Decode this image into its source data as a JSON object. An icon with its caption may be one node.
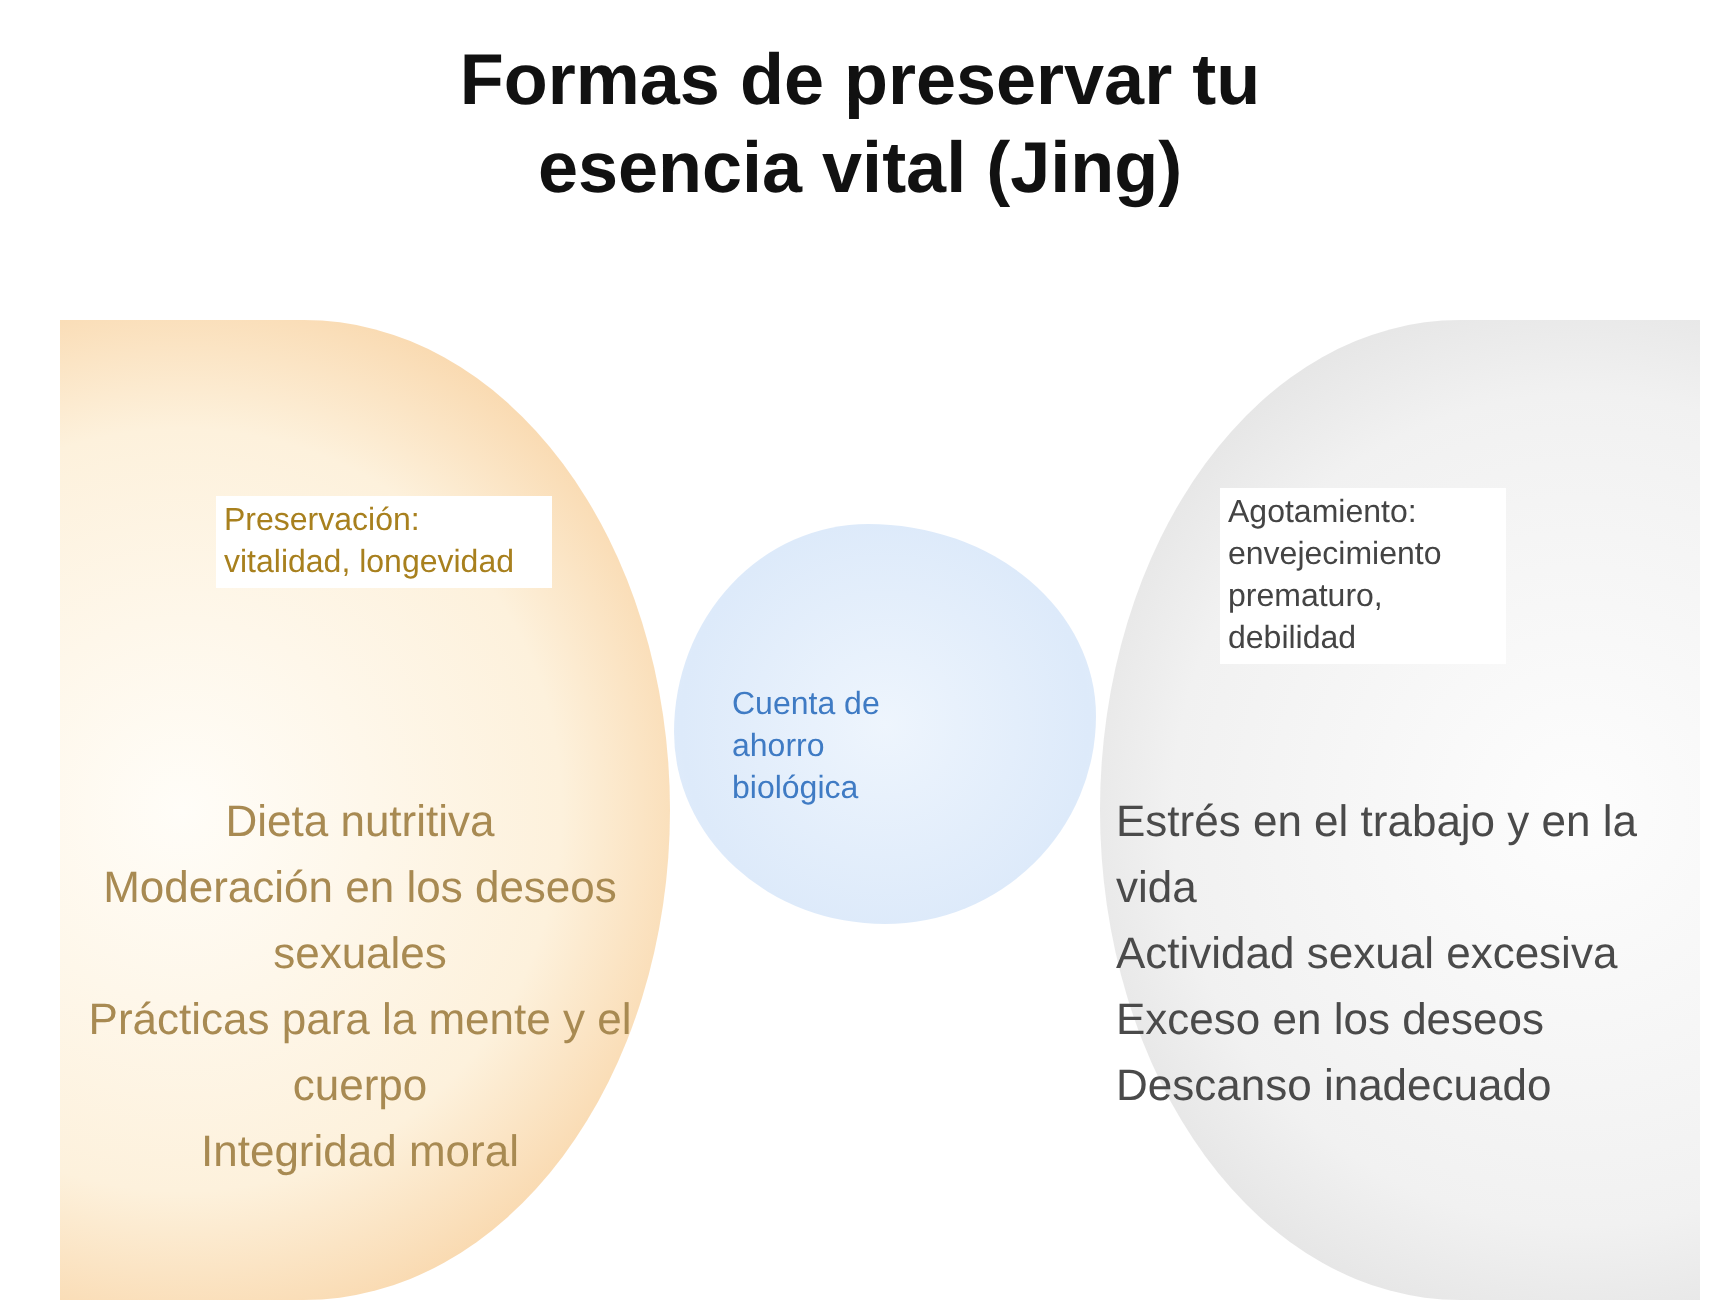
{
  "diagram": {
    "title": "Formas de preservar tu esencia vital (Jing)",
    "nodes": [
      {
        "text": [
          "Preservación: vitalidad, longevidad",
          "Dieta nutritiva",
          "Moderación en los deseos sexuales",
          "Prácticas para la mente y el cuerpo",
          "Integridad moral"
        ]
      },
      {
        "text": [
          "Agotamiento: envejecimiento prematuro, debilidad",
          "Estrés en el trabajo y en la vida",
          "Actividad sexual excesiva",
          "Exceso en los deseos",
          "Descanso inadecuado"
        ]
      },
      {
        "text": [
          "Cuenta de ahorro biológica"
        ]
      }
    ],
    "edges": []
  }
}
